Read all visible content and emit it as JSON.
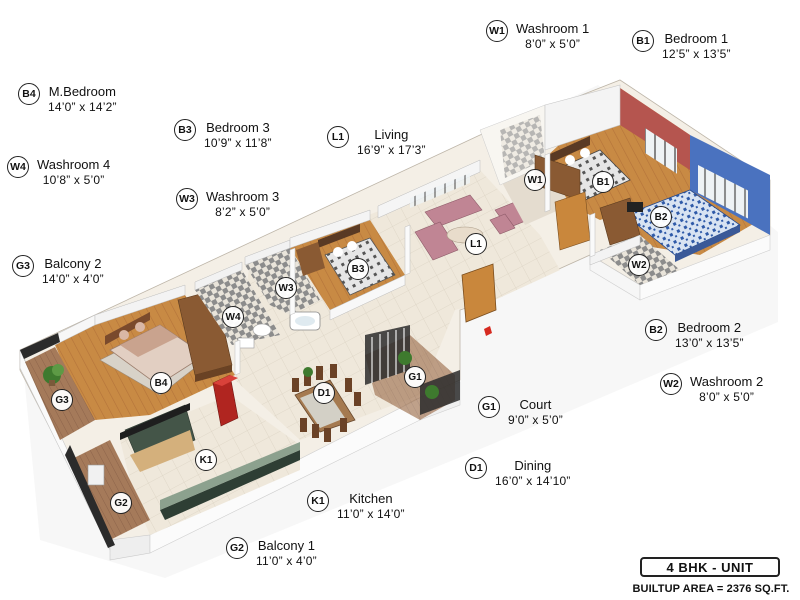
{
  "legend": [
    {
      "code": "W1",
      "name": "Washroom 1",
      "dim": "8’0” x 5’0”"
    },
    {
      "code": "B1",
      "name": "Bedroom 1",
      "dim": "12’5” x 13’5”"
    },
    {
      "code": "B4",
      "name": "M.Bedroom",
      "dim": "14’0” x 14’2”"
    },
    {
      "code": "B3",
      "name": "Bedroom 3",
      "dim": "10’9” x 11’8”"
    },
    {
      "code": "L1",
      "name": "Living",
      "dim": "16’9” x 17’3”"
    },
    {
      "code": "W4",
      "name": "Washroom 4",
      "dim": "10’8” x 5’0”"
    },
    {
      "code": "W3",
      "name": "Washroom 3",
      "dim": "8’2” x 5’0”"
    },
    {
      "code": "G3",
      "name": "Balcony 2",
      "dim": "14’0” x 4’0”"
    },
    {
      "code": "B2",
      "name": "Bedroom 2",
      "dim": "13’0” x 13’5”"
    },
    {
      "code": "W2",
      "name": "Washroom 2",
      "dim": "8’0” x 5’0”"
    },
    {
      "code": "G1",
      "name": "Court",
      "dim": "9’0” x 5’0”"
    },
    {
      "code": "D1",
      "name": "Dining",
      "dim": "16’0” x 14’10”"
    },
    {
      "code": "K1",
      "name": "Kitchen",
      "dim": "11’0” x 14’0”"
    },
    {
      "code": "G2",
      "name": "Balcony 1",
      "dim": "11’0” x 4’0”"
    }
  ],
  "plan_tags": [
    "W1",
    "B1",
    "B2",
    "L1",
    "W2",
    "B3",
    "W3",
    "W4",
    "B4",
    "G3",
    "D1",
    "G1",
    "K1",
    "G2"
  ],
  "unit": {
    "title": "4 BHK - UNIT",
    "area": "BUILTUP AREA = 2376 SQ.FT."
  },
  "colors": {
    "wall_red": "#b5554f",
    "wall_blue": "#4a72bf",
    "floor_wood": "#c98a45",
    "floor_tile": "#efe9dd",
    "wall_white": "#ffffff",
    "wall_dark": "#2b2b2b",
    "fridge": "#c42a25",
    "sofa": "#c08594",
    "bedspread_blue": "#2f5aa8"
  }
}
